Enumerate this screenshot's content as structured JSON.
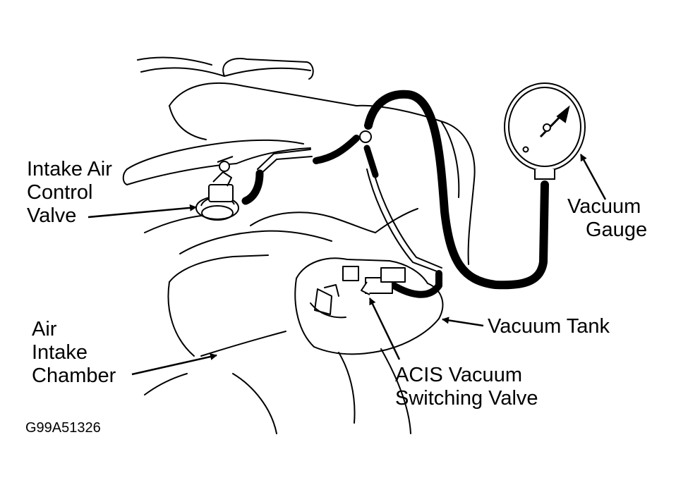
{
  "labels": {
    "intake_air_control_valve": [
      "Intake Air",
      "Control",
      "Valve"
    ],
    "air_intake_chamber": [
      "Air",
      "Intake",
      "Chamber"
    ],
    "vacuum_gauge": [
      "Vacuum",
      "Gauge"
    ],
    "vacuum_tank": "Vacuum Tank",
    "acis_vacuum_switching_valve": [
      "ACIS Vacuum",
      "Switching Valve"
    ]
  },
  "figure_code": "G99A51326",
  "colors": {
    "ink": "#000000",
    "paper": "#ffffff"
  }
}
